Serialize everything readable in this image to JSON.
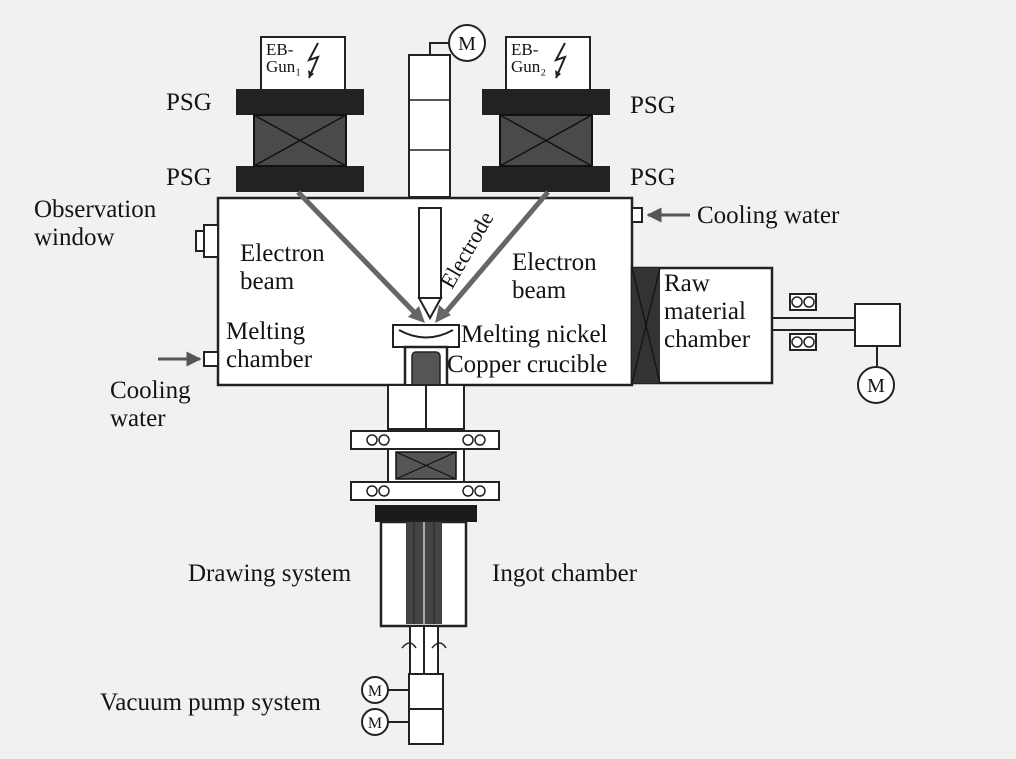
{
  "labels": {
    "eb_gun_1": "EB-\nGun₁",
    "eb_gun_2": "EB-\nGun₂",
    "psg": "PSG",
    "observation_window": "Observation\nwindow",
    "cooling_water": "Cooling water",
    "cooling_water_left": "Cooling\nwater",
    "electron_beam": "Electron\nbeam",
    "electrode": "Electrode",
    "melting_chamber": "Melting\nchamber",
    "melting_nickel": "Melting nickel",
    "copper_crucible": "Copper crucible",
    "raw_material_chamber": "Raw\nmaterial\nchamber",
    "drawing_system": "Drawing system",
    "ingot_chamber": "Ingot chamber",
    "vacuum_pump_system": "Vacuum pump system",
    "motor": "M"
  }
}
